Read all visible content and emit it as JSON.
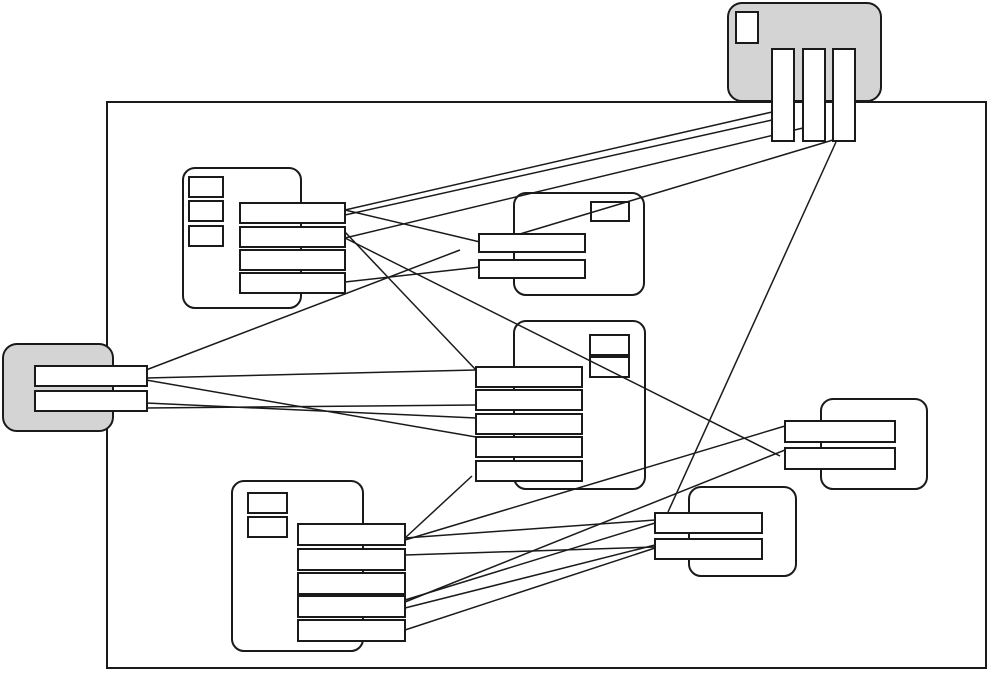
{
  "diagram": {
    "colors": {
      "stroke": "#1a1a1a",
      "external_fill": "#d4d4d4",
      "port_fill": "#ffffff",
      "background": "#ffffff"
    },
    "external_nodes": [
      {
        "id": "ext-top-right",
        "ports": 3,
        "port_orientation": "vertical",
        "has_indicator": true
      },
      {
        "id": "ext-left",
        "ports": 2,
        "port_orientation": "horizontal",
        "has_indicator": false
      }
    ],
    "internal_nodes": [
      {
        "id": "node-a",
        "ports": 4,
        "indicators": 3
      },
      {
        "id": "node-b",
        "ports": 2,
        "indicators": 1
      },
      {
        "id": "node-c",
        "ports": 5,
        "indicators": 2
      },
      {
        "id": "node-d",
        "ports": 2,
        "indicators": 0
      },
      {
        "id": "node-e",
        "ports": 5,
        "indicators": 2
      },
      {
        "id": "node-f",
        "ports": 2,
        "indicators": 0
      }
    ],
    "connection_count": 24
  }
}
